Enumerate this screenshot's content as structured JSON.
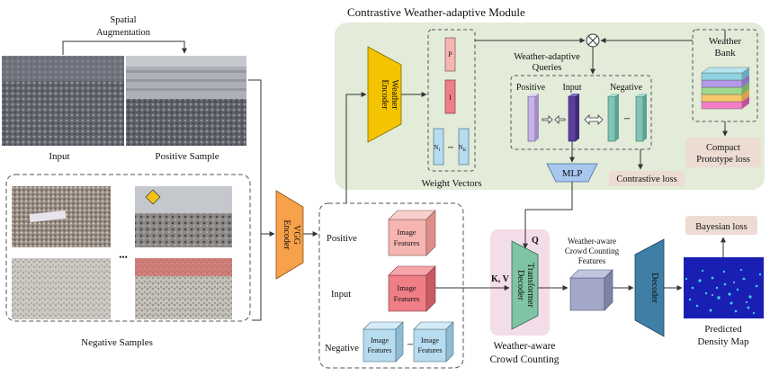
{
  "module": {
    "title": "Contrastive Weather-adaptive Module",
    "weather_encoder": "Weather Encoder",
    "weight_vectors_label": "Weight Vectors",
    "weight_p": "P",
    "weight_i": "I",
    "weight_n1": "N",
    "weight_n1_sub": "1",
    "weight_nk": "N",
    "weight_nk_sub": "K",
    "queries_title_1": "Weather-adaptive",
    "queries_title_2": "Queries",
    "query_positive": "Positive",
    "query_input": "Input",
    "query_negative": "Negative",
    "weather_bank_1": "Weather",
    "weather_bank_2": "Bank",
    "compact_loss_1": "Compact",
    "compact_loss_2": "Prototype loss",
    "mlp": "MLP",
    "contrastive_loss": "Contrastive loss",
    "ellipsis": "•••",
    "colors": {
      "module_bg": "#e3ecd9",
      "encoder": "#f5c400",
      "positive": "#f6b5b1",
      "input": "#f07e86",
      "negative": "#b8dcef",
      "query_pos": "#c9b4e6",
      "query_in": "#5b3f9e",
      "query_neg": "#7fc4b4",
      "loss_bg": "#ecdcd2"
    }
  },
  "augment": {
    "label_1": "Spatial",
    "label_2": "Augmentation",
    "input_label": "Input",
    "positive_label": "Positive Sample",
    "negative_label": "Negative Samples",
    "ellipsis": "•••"
  },
  "vgg": {
    "label": "VGG Encoder"
  },
  "features": {
    "positive_row": "Positive",
    "input_row": "Input",
    "negative_row": "Negative",
    "cube_line1": "Image",
    "cube_line2": "Features",
    "ellipsis": "•••"
  },
  "counting": {
    "q": "Q",
    "kv": "K, V",
    "transformer": "Transformer Decoder",
    "section_1": "Weather-aware",
    "section_2": "Crowd Counting",
    "wacc_1": "Weather-aware",
    "wacc_2": "Crowd Counting",
    "wacc_3": "Features",
    "decoder": "Decoder",
    "bayesian_loss": "Bayesian loss",
    "predicted_1": "Predicted",
    "predicted_2": "Density Map",
    "otimes": "⊗"
  }
}
